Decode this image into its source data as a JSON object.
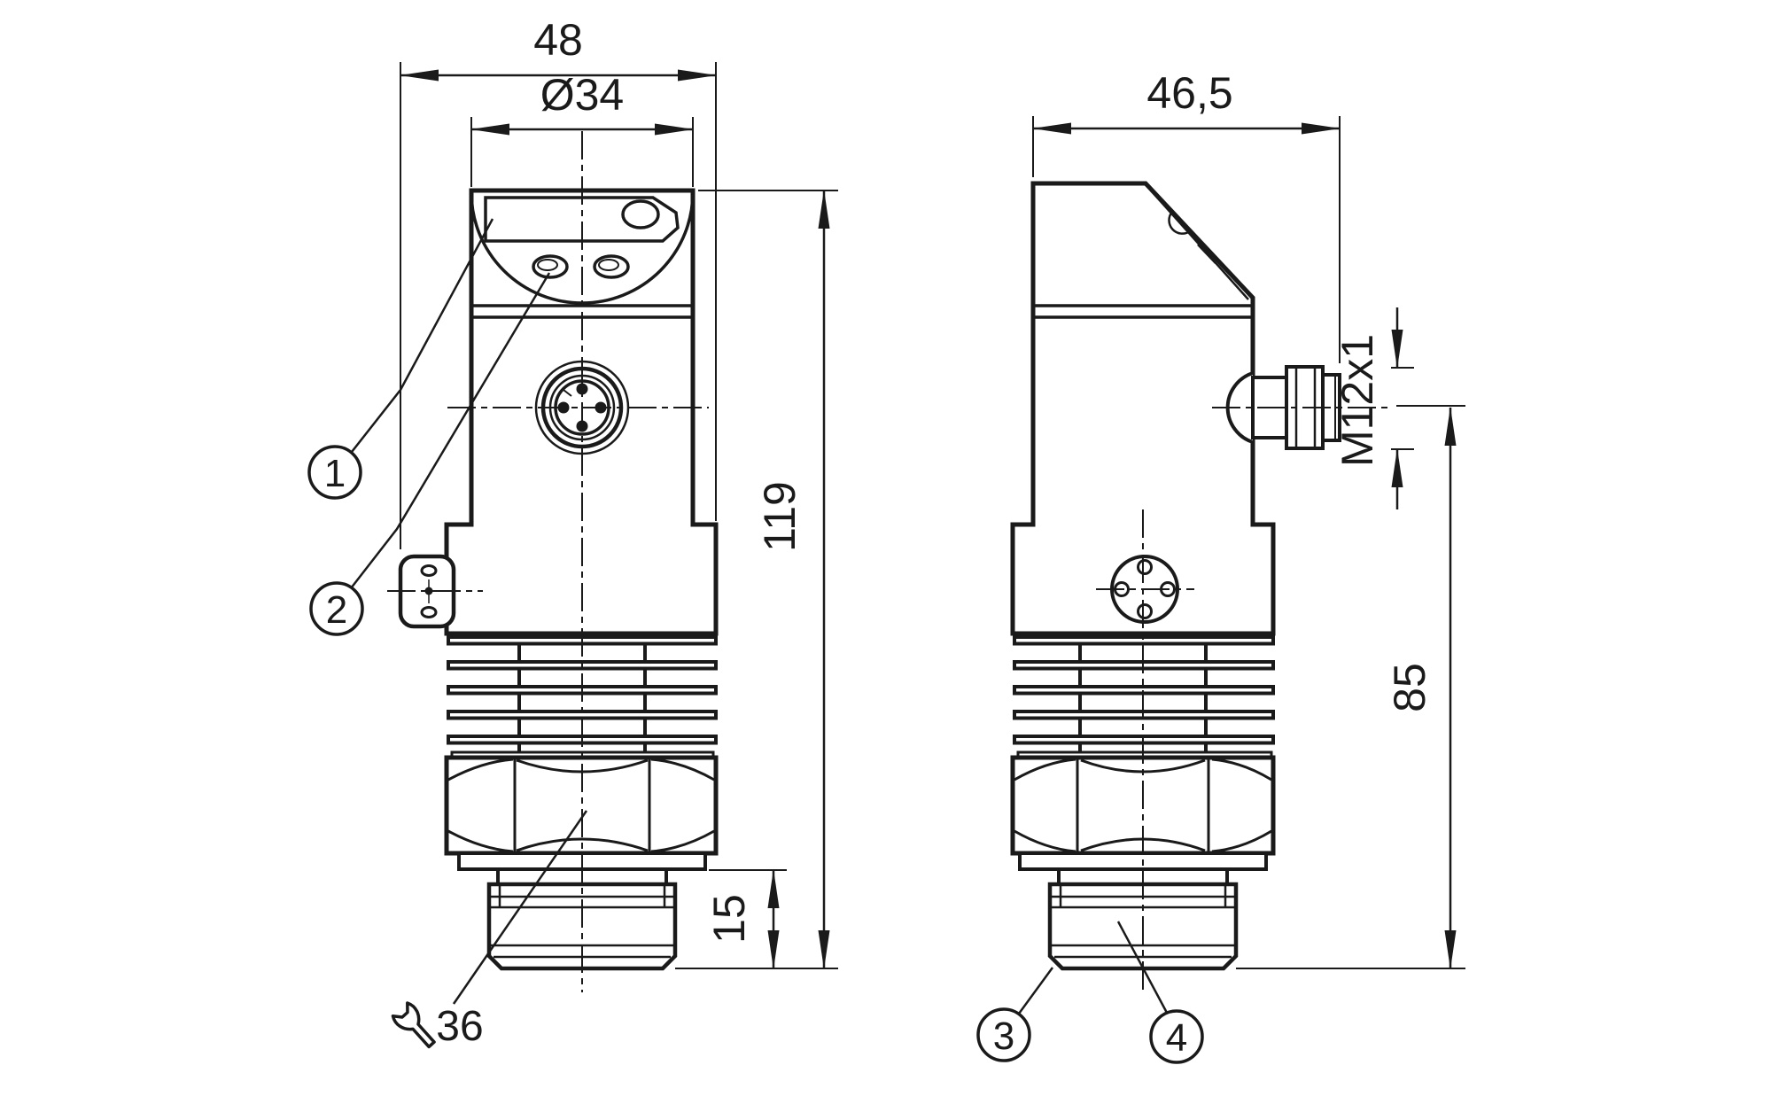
{
  "drawing": {
    "type": "technical-dimension-drawing",
    "colors": {
      "line": "#1a1a1a",
      "background": "#ffffff"
    },
    "views": {
      "front": {
        "dimensions": {
          "total_width": "48",
          "head_diameter": "Ø34",
          "total_height": "119",
          "thread_length": "15",
          "wrench_size": "36"
        },
        "callouts": [
          {
            "label": "1"
          },
          {
            "label": "2"
          }
        ]
      },
      "side": {
        "dimensions": {
          "depth": "46,5",
          "connector_thread": "M12x1",
          "height_to_connector_axis": "85"
        },
        "callouts": [
          {
            "label": "3"
          },
          {
            "label": "4"
          }
        ]
      }
    }
  }
}
